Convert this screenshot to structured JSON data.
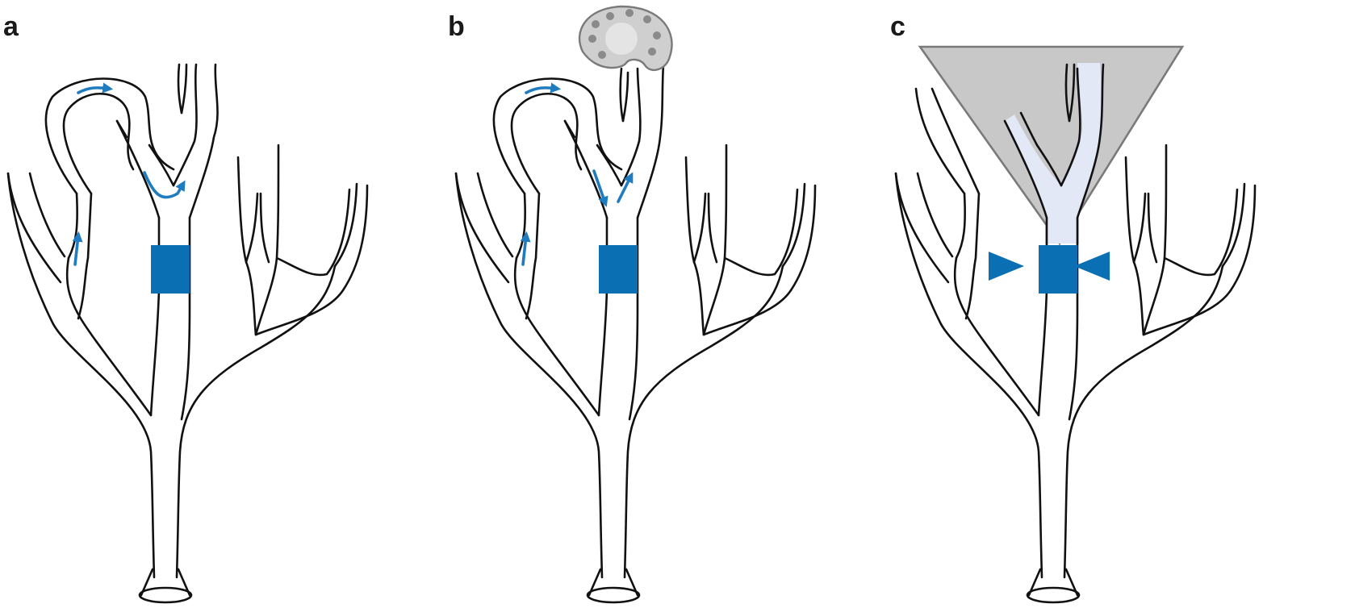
{
  "panels": [
    {
      "id": "a",
      "label": "a",
      "variant": "collateral-flow"
    },
    {
      "id": "b",
      "label": "b",
      "variant": "tumor-supply"
    },
    {
      "id": "c",
      "label": "c",
      "variant": "territory-isolation"
    }
  ],
  "colors": {
    "vessel_stroke": "#111111",
    "occlusion": "#0b6fb3",
    "flow_arrow": "#1f7cc0",
    "territory_fill": "#c8c8c8",
    "territory_stroke": "#7a7a7a",
    "isolated_vessel_fill": "#e3e8f6",
    "tumor_fill": "#cfcfcf",
    "tumor_dots": "#8a8a8a"
  },
  "icons": {
    "occlusion": "occlusion-band",
    "flow": "flow-arrow-icon",
    "tumor": "tumor-mass-icon",
    "territory": "vascular-territory-triangle",
    "pointers": "arrowhead-icon"
  }
}
